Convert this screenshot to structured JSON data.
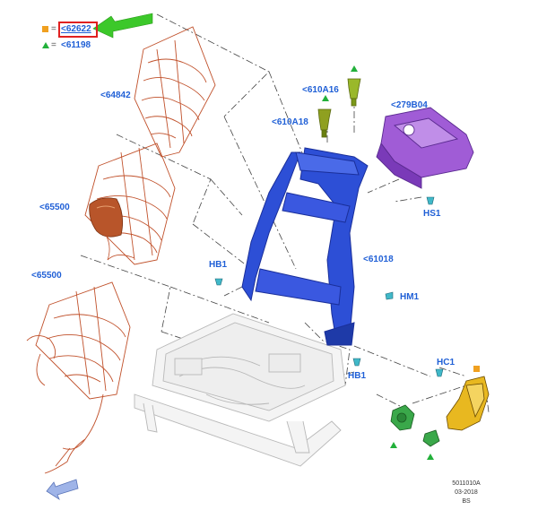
{
  "legend": {
    "square_ref": "<62622",
    "triangle_ref": "<61198",
    "square_color": "#f0a020",
    "triangle_color": "#22b03a",
    "equals": "="
  },
  "callouts": {
    "wire_upper": "<64842",
    "pad_upper": "<65500",
    "pad_lower": "<65500",
    "guide_a": "<610A16",
    "guide_b": "<610A18",
    "trim_cover": "<279B04",
    "frame": "<61018",
    "hs1": "HS1",
    "hb1_top": "HB1",
    "hm1": "HM1",
    "hc1": "HC1",
    "hb1_bottom": "HB1"
  },
  "stamp": {
    "code": "5011010A",
    "date": "03-2018",
    "initials": "BS"
  },
  "colors": {
    "label_blue": "#1f5fd6",
    "wire_orange": "#c0502a",
    "frame_blue": "#2d4fd6",
    "trim_purple": "#a05cd6",
    "green_pointer": "#3cc82a",
    "yellow_part": "#e8b820",
    "guide_olive": "#8fa020"
  }
}
